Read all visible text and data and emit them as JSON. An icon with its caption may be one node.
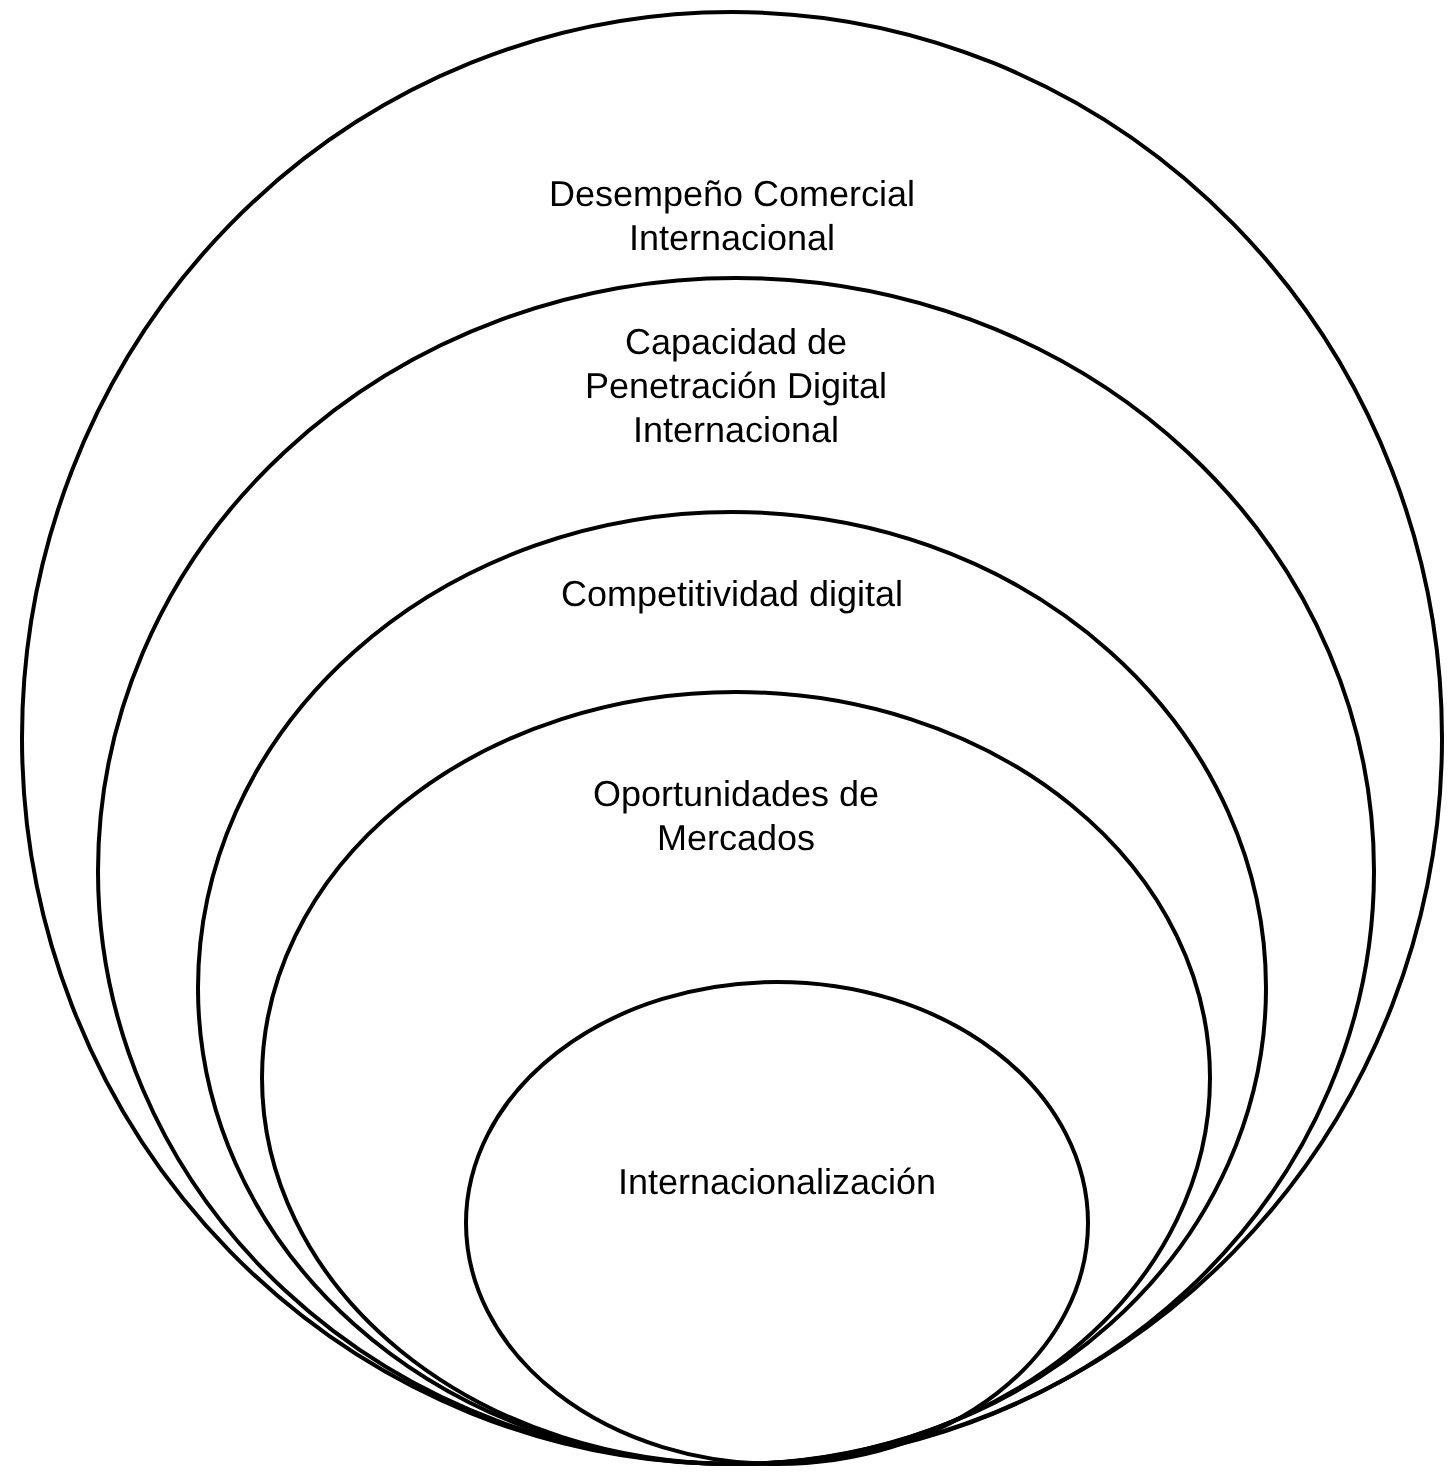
{
  "diagram": {
    "nodes": [
      {
        "text": [
          "Desempeño Comercial Internacional"
        ]
      },
      {
        "text": [
          "Capacidad de Penetración Digital Internacional"
        ],
        "in": 0
      },
      {
        "text": [
          "Competitividad digital"
        ],
        "in": 1
      },
      {
        "text": [
          "Oportunidades de Mercados"
        ],
        "in": 2
      },
      {
        "text": [
          "Internacionalización"
        ],
        "in": 3
      }
    ]
  }
}
